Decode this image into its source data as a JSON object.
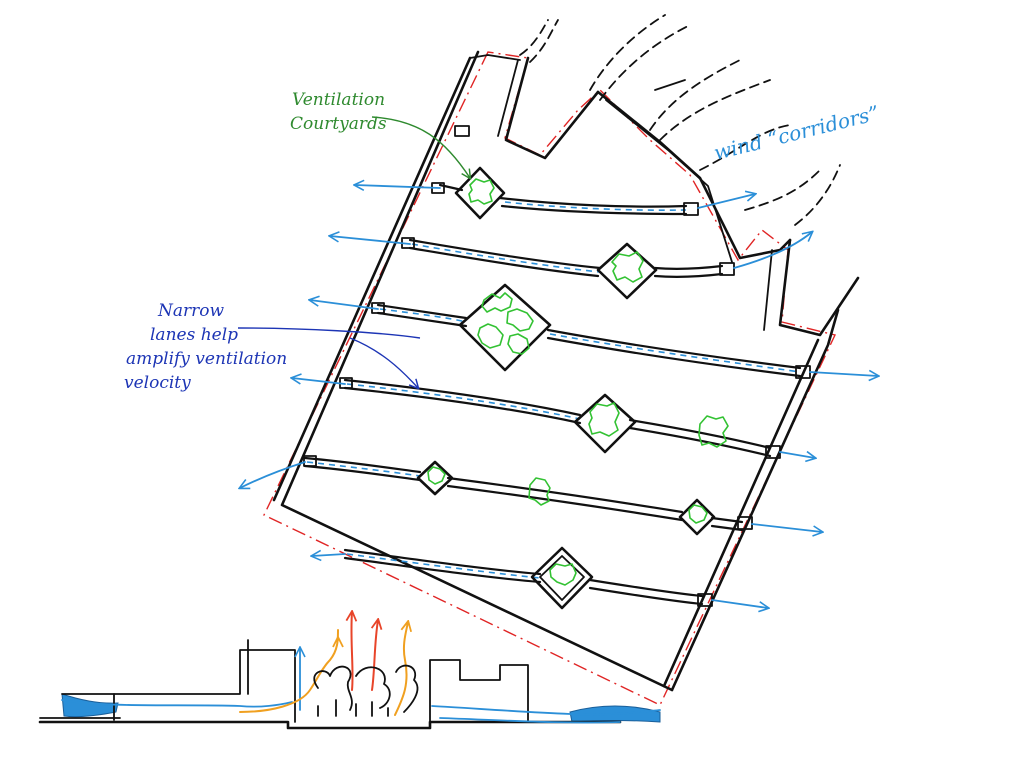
{
  "annotations": {
    "courtyards_line1": "Ventilation",
    "courtyards_line2": "Courtyards",
    "corridors": "wind “corridors”",
    "lanes_line1": "Narrow",
    "lanes_line2": "lanes help",
    "lanes_line3": "amplify ventilation",
    "lanes_line4": "velocity"
  },
  "colors": {
    "ink": "#111111",
    "site_boundary": "#e02525",
    "wind": "#2b8fd8",
    "vegetation": "#33c233",
    "note_green": "#2f8a2f",
    "note_navy": "#1d35b5",
    "warm_air": "#f0a020",
    "hot_air": "#e8452a"
  }
}
